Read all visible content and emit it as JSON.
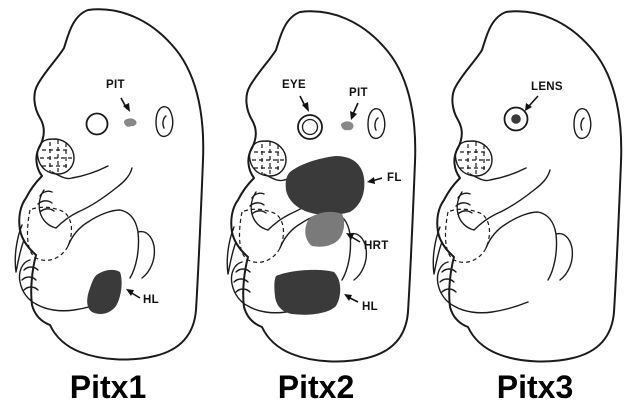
{
  "panels": [
    {
      "title": "Pitx1",
      "labels": {
        "pit": "PIT",
        "hl": "HL"
      }
    },
    {
      "title": "Pitx2",
      "labels": {
        "eye": "EYE",
        "pit": "PIT",
        "fl": "FL",
        "hrt": "HRT",
        "hl": "HL"
      }
    },
    {
      "title": "Pitx3",
      "labels": {
        "lens": "LENS"
      }
    }
  ],
  "colors": {
    "expression_dark": "#3a3a3a",
    "expression_heart": "#7a7a7a",
    "outline": "#1a1a1a",
    "background": "#ffffff"
  }
}
